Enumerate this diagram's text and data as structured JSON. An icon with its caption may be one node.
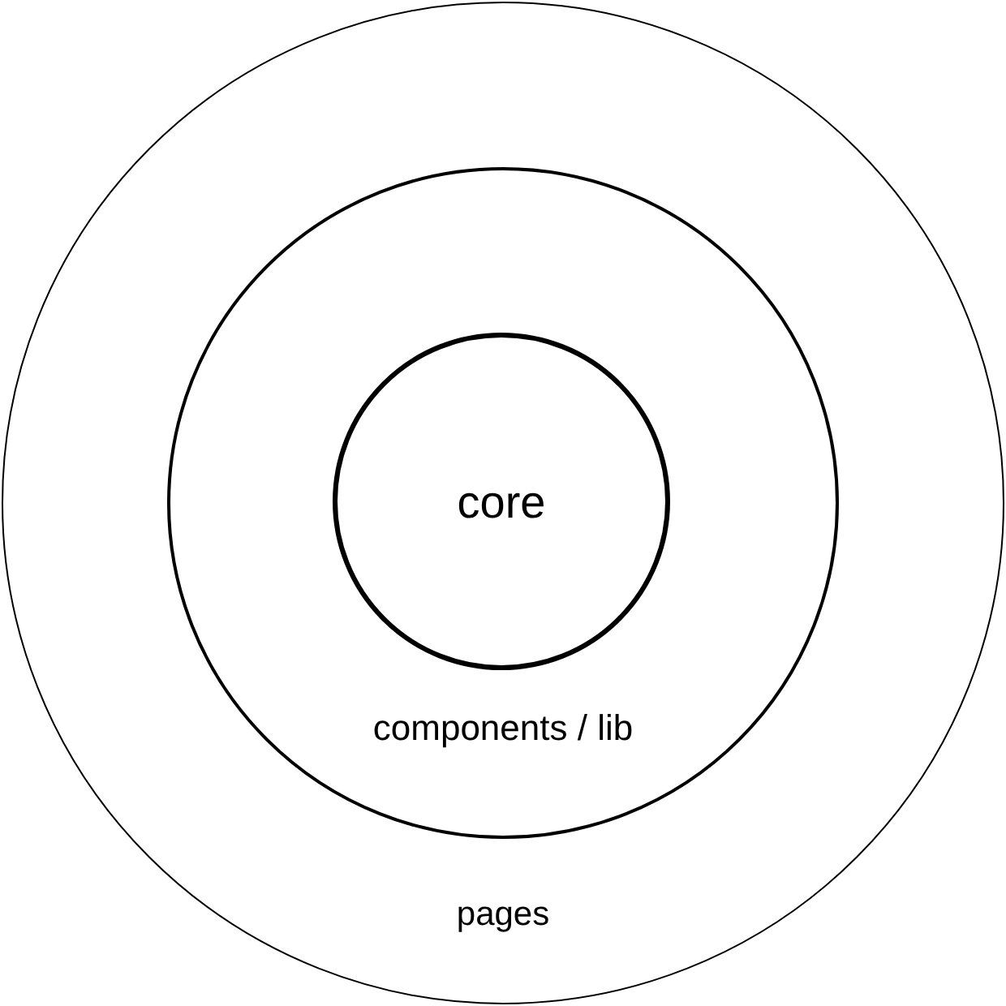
{
  "diagram": {
    "nodes": [
      {
        "text": [
          "pages"
        ]
      },
      {
        "text": [
          "components / lib"
        ],
        "in": 0
      },
      {
        "text": [
          "core"
        ],
        "in": 1
      }
    ]
  }
}
